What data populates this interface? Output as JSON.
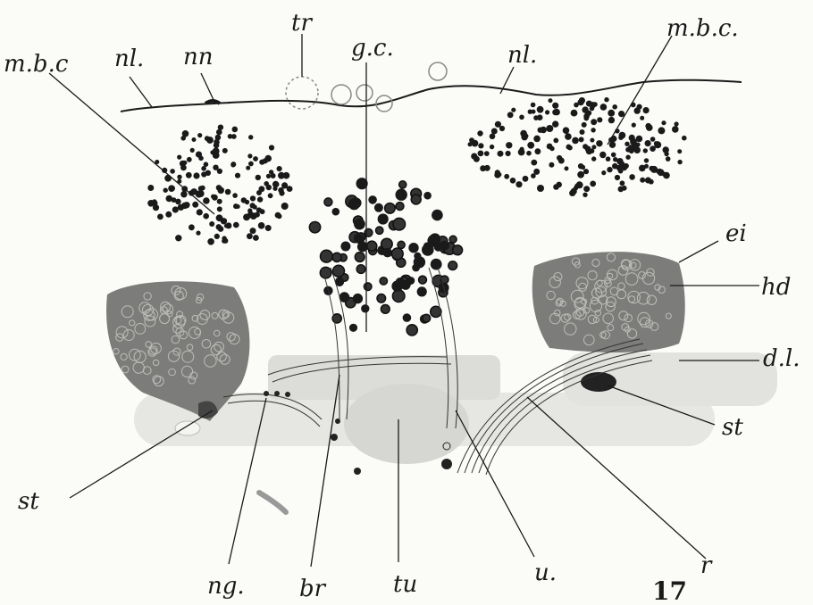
{
  "figure": {
    "number": "17",
    "labels": {
      "mbc_left": "m.b.c",
      "nl_left": "nl.",
      "nn": "nn",
      "tr": "tr",
      "gc": "g.c.",
      "nl_right": "nl.",
      "mbc_right": "m.b.c.",
      "ei": "ei",
      "hd": "hd",
      "dl": "d.l.",
      "st_right": "st",
      "st_left": "st",
      "ng": "ng.",
      "br": "br",
      "tu": "tu",
      "u": "u.",
      "r": "r"
    }
  },
  "colors": {
    "ink": "#1a1a1a",
    "tissue": "#6f6f6f",
    "grey_band": "#dadad6",
    "paper": "#fbfbf8"
  }
}
